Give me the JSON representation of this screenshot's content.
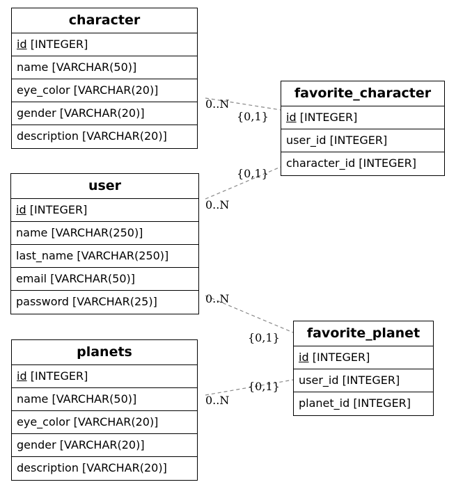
{
  "entities": {
    "character": {
      "name": "character",
      "fields": [
        {
          "pk": "id",
          "rest": " [INTEGER]"
        },
        {
          "text": "name [VARCHAR(50)]"
        },
        {
          "text": "eye_color [VARCHAR(20)]"
        },
        {
          "text": "gender [VARCHAR(20)]"
        },
        {
          "text": "description [VARCHAR(20)]"
        }
      ]
    },
    "user": {
      "name": "user",
      "fields": [
        {
          "pk": "id",
          "rest": " [INTEGER]"
        },
        {
          "text": "name [VARCHAR(250)]"
        },
        {
          "text": "last_name [VARCHAR(250)]"
        },
        {
          "text": "email [VARCHAR(50)]"
        },
        {
          "text": "password [VARCHAR(25)]"
        }
      ]
    },
    "planets": {
      "name": "planets",
      "fields": [
        {
          "pk": "id",
          "rest": " [INTEGER]"
        },
        {
          "text": "name [VARCHAR(50)]"
        },
        {
          "text": "eye_color [VARCHAR(20)]"
        },
        {
          "text": "gender [VARCHAR(20)]"
        },
        {
          "text": "description [VARCHAR(20)]"
        }
      ]
    },
    "favorite_character": {
      "name": "favorite_character",
      "fields": [
        {
          "pk": "id",
          "rest": " [INTEGER]"
        },
        {
          "text": "user_id [INTEGER]"
        },
        {
          "text": "character_id [INTEGER]"
        }
      ]
    },
    "favorite_planet": {
      "name": "favorite_planet",
      "fields": [
        {
          "pk": "id",
          "rest": " [INTEGER]"
        },
        {
          "text": "user_id [INTEGER]"
        },
        {
          "text": "planet_id [INTEGER]"
        }
      ]
    }
  },
  "relationships": {
    "character_favchar": {
      "many": "0..N",
      "one": "{0,1}"
    },
    "user_favchar": {
      "many": "0..N",
      "one": "{0,1}"
    },
    "user_favplanet": {
      "many": "0..N",
      "one": "{0,1}"
    },
    "planets_favplanet": {
      "many": "0..N",
      "one": "{0,1}"
    }
  }
}
